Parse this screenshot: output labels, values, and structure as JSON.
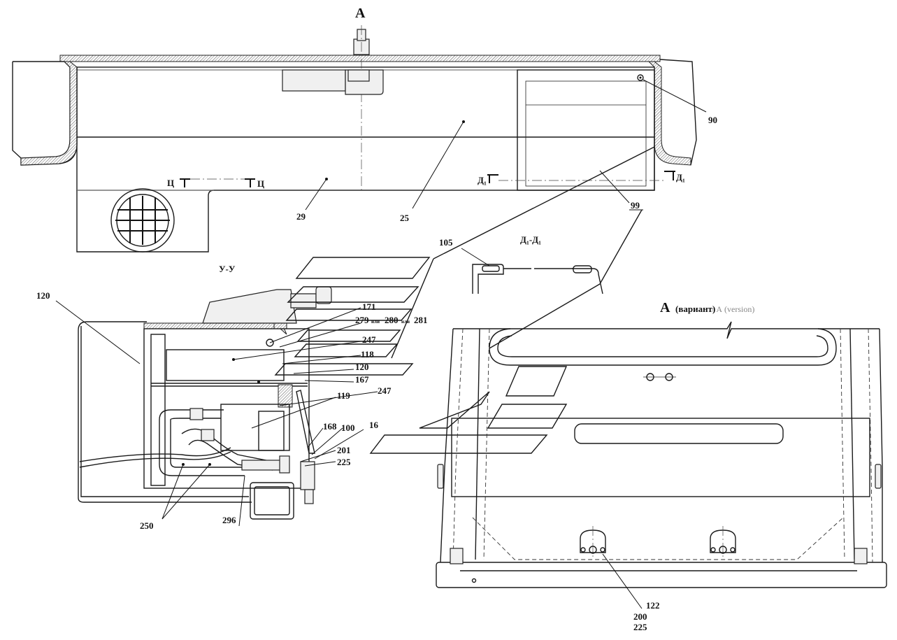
{
  "view_labels": {
    "main": "А",
    "section_u": "У-У",
    "section_d": "Д₁-Д₁",
    "variant_prefix": "А",
    "variant_ru": "(вариант)",
    "variant_en": "/ А (version)"
  },
  "section_marks": {
    "c_left": "Ц",
    "c_right": "Ц",
    "d_left": "Д₁",
    "d_right": "Д₁"
  },
  "callouts": {
    "c90": "90",
    "c25": "25",
    "c29": "29",
    "c99": "99",
    "c105": "105",
    "c120a": "120",
    "c171": "171",
    "c279": "279",
    "c280": "280",
    "c281": "281",
    "ili": "или",
    "c247a": "247",
    "c118": "118",
    "c120b": "120",
    "c167": "167",
    "c247b": "247",
    "c119": "119",
    "c168": "168",
    "c100": "100",
    "c16": "16",
    "c201": "201",
    "c225a": "225",
    "c250": "250",
    "c296": "296",
    "c122": "122",
    "c200": "200",
    "c225b": "225"
  }
}
